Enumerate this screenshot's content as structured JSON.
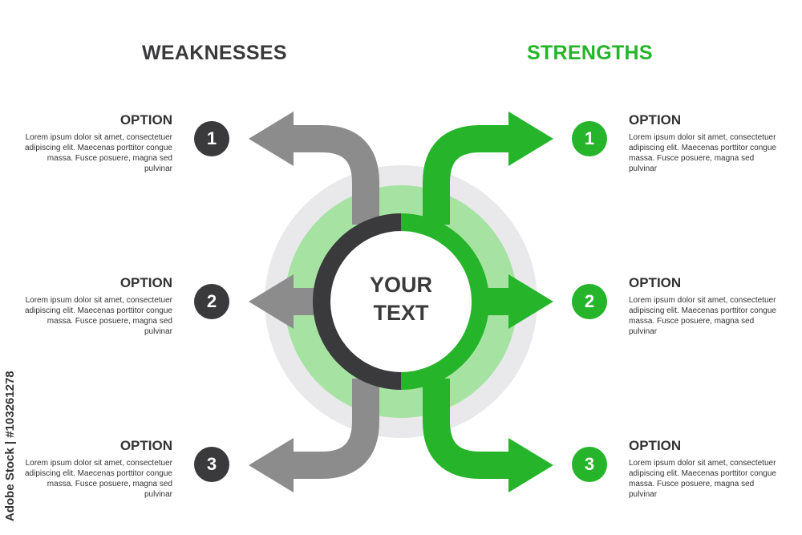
{
  "headings": {
    "weaknesses": "WEAKNESSES",
    "strengths": "STRENGTHS"
  },
  "center": {
    "line1": "YOUR",
    "line2": "TEXT"
  },
  "weaknesses": [
    {
      "number": "1",
      "title": "OPTION",
      "lines": [
        "Lorem ipsum dolor sit amet, consectetuer",
        "adipiscing elit. Maecenas porttitor congue",
        "massa. Fusce posuere, magna sed pulvinar"
      ]
    },
    {
      "number": "2",
      "title": "OPTION",
      "lines": [
        "Lorem ipsum dolor sit amet, consectetuer",
        "adipiscing elit. Maecenas porttitor congue",
        "massa. Fusce posuere, magna sed pulvinar"
      ]
    },
    {
      "number": "3",
      "title": "OPTION",
      "lines": [
        "Lorem ipsum dolor sit amet, consectetuer",
        "adipiscing elit. Maecenas porttitor congue",
        "massa. Fusce posuere, magna sed pulvinar"
      ]
    }
  ],
  "strengths": [
    {
      "number": "1",
      "title": "OPTION",
      "lines": [
        "Lorem ipsum dolor sit amet, consectetuer",
        "adipiscing elit. Maecenas porttitor congue",
        "massa. Fusce posuere, magna sed pulvinar"
      ]
    },
    {
      "number": "2",
      "title": "OPTION",
      "lines": [
        "Lorem ipsum dolor sit amet, consectetuer",
        "adipiscing elit. Maecenas porttitor congue",
        "massa. Fusce posuere, magna sed pulvinar"
      ]
    },
    {
      "number": "3",
      "title": "OPTION",
      "lines": [
        "Lorem ipsum dolor sit amet, consectetuer",
        "adipiscing elit. Maecenas porttitor congue",
        "massa. Fusce posuere, magna sed pulvinar"
      ]
    }
  ],
  "stock_id": "Adobe Stock | #103261278",
  "colors": {
    "green": "#26b52a",
    "dark": "#3a3a3c",
    "gray": "#8c8c8c",
    "light_green": "#a6e3a3",
    "light_gray": "#e9e9eb"
  }
}
